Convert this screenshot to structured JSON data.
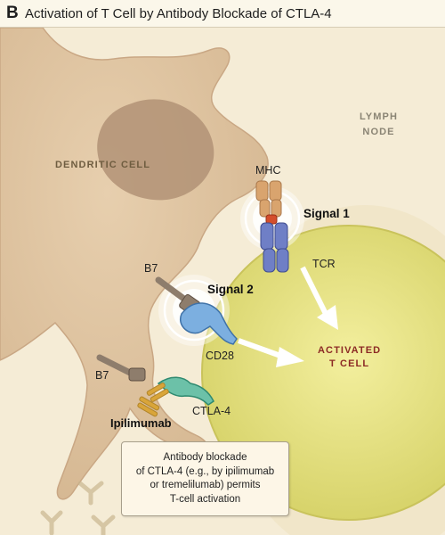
{
  "panel": {
    "letter": "B",
    "title": "Activation of T Cell by Antibody Blockade of CTLA-4"
  },
  "labels": {
    "lymph_node": "LYMPH\nNODE",
    "dendritic_cell": "DENDRITIC CELL",
    "activated_t_cell": "ACTIVATED\nT CELL",
    "mhc": "MHC",
    "signal_1": "Signal 1",
    "tcr": "TCR",
    "b7_upper": "B7",
    "signal_2": "Signal 2",
    "cd28": "CD28",
    "b7_lower": "B7",
    "ctla4": "CTLA-4",
    "ipilimumab": "Ipilimumab"
  },
  "callout": {
    "text": "Antibody blockade\nof CTLA-4 (e.g., by ipilimumab\nor tremelilumab) permits\nT-cell activation"
  },
  "colors": {
    "background": "#f5ecd6",
    "dendritic_cell": "#dcc09c",
    "dendritic_nucleus": "#b29276",
    "t_cell": "#e4e07e",
    "mhc": "#d9a46e",
    "peptide": "#d44e2c",
    "tcr": "#6f7fc6",
    "cd28": "#7cafe0",
    "b7": "#8e7d6c",
    "ctla4": "#6cc1a8",
    "ipilimumab": "#d9a53a",
    "activated_label": "#8c2a25"
  }
}
